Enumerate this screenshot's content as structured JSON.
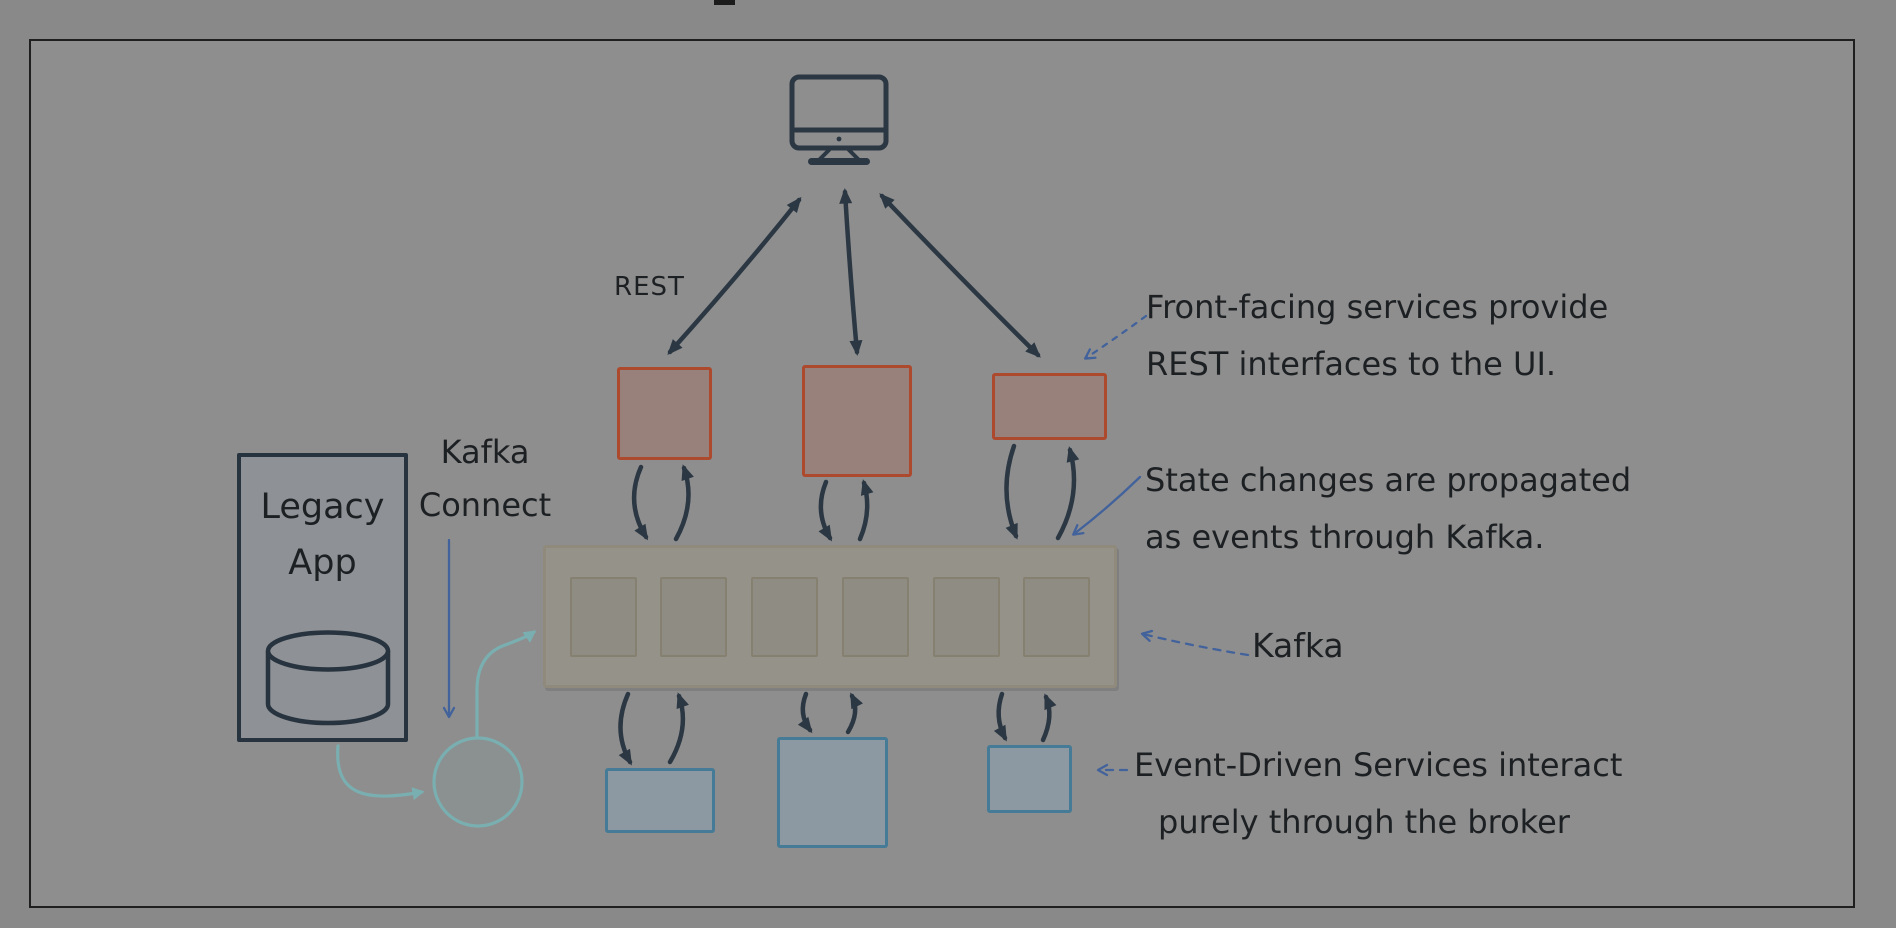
{
  "colors": {
    "page-bg": "#898989",
    "frame-bg": "#8e8e8e",
    "frame-border": "#1f1f1f",
    "ink": "#2b3743",
    "text": "#1d2023",
    "orange-border": "#ad4a2e",
    "orange-fill": "#98817a",
    "bar-border": "#8f8a7c",
    "bar-fill": "#95928a",
    "partition-border": "#868070",
    "partition-fill": "#8f8c83",
    "blue-border": "#457b96",
    "blue-fill": "#8c99a3",
    "teal": "#7aafb1",
    "annot-blue": "#42629c",
    "legacy-border": "#27333e",
    "legacy-fill": "#8e9196"
  },
  "labels": {
    "rest": "REST",
    "kafka_connect": [
      "Kafka",
      "Connect"
    ],
    "legacy_app": [
      "Legacy",
      "App"
    ],
    "kafka": "Kafka"
  },
  "annotations": {
    "front_facing": [
      "Front-facing services provide",
      "REST interfaces to the UI."
    ],
    "state_changes": [
      "State changes are propagated",
      "as events through Kafka."
    ],
    "event_driven": [
      "Event-Driven Services interact",
      "purely through the broker"
    ]
  },
  "icons": [
    "monitor-icon",
    "database-icon",
    "kafka-connect-circle"
  ],
  "structure": {
    "front_service_count": 3,
    "kafka_partition_count": 6,
    "event_service_count": 3
  }
}
